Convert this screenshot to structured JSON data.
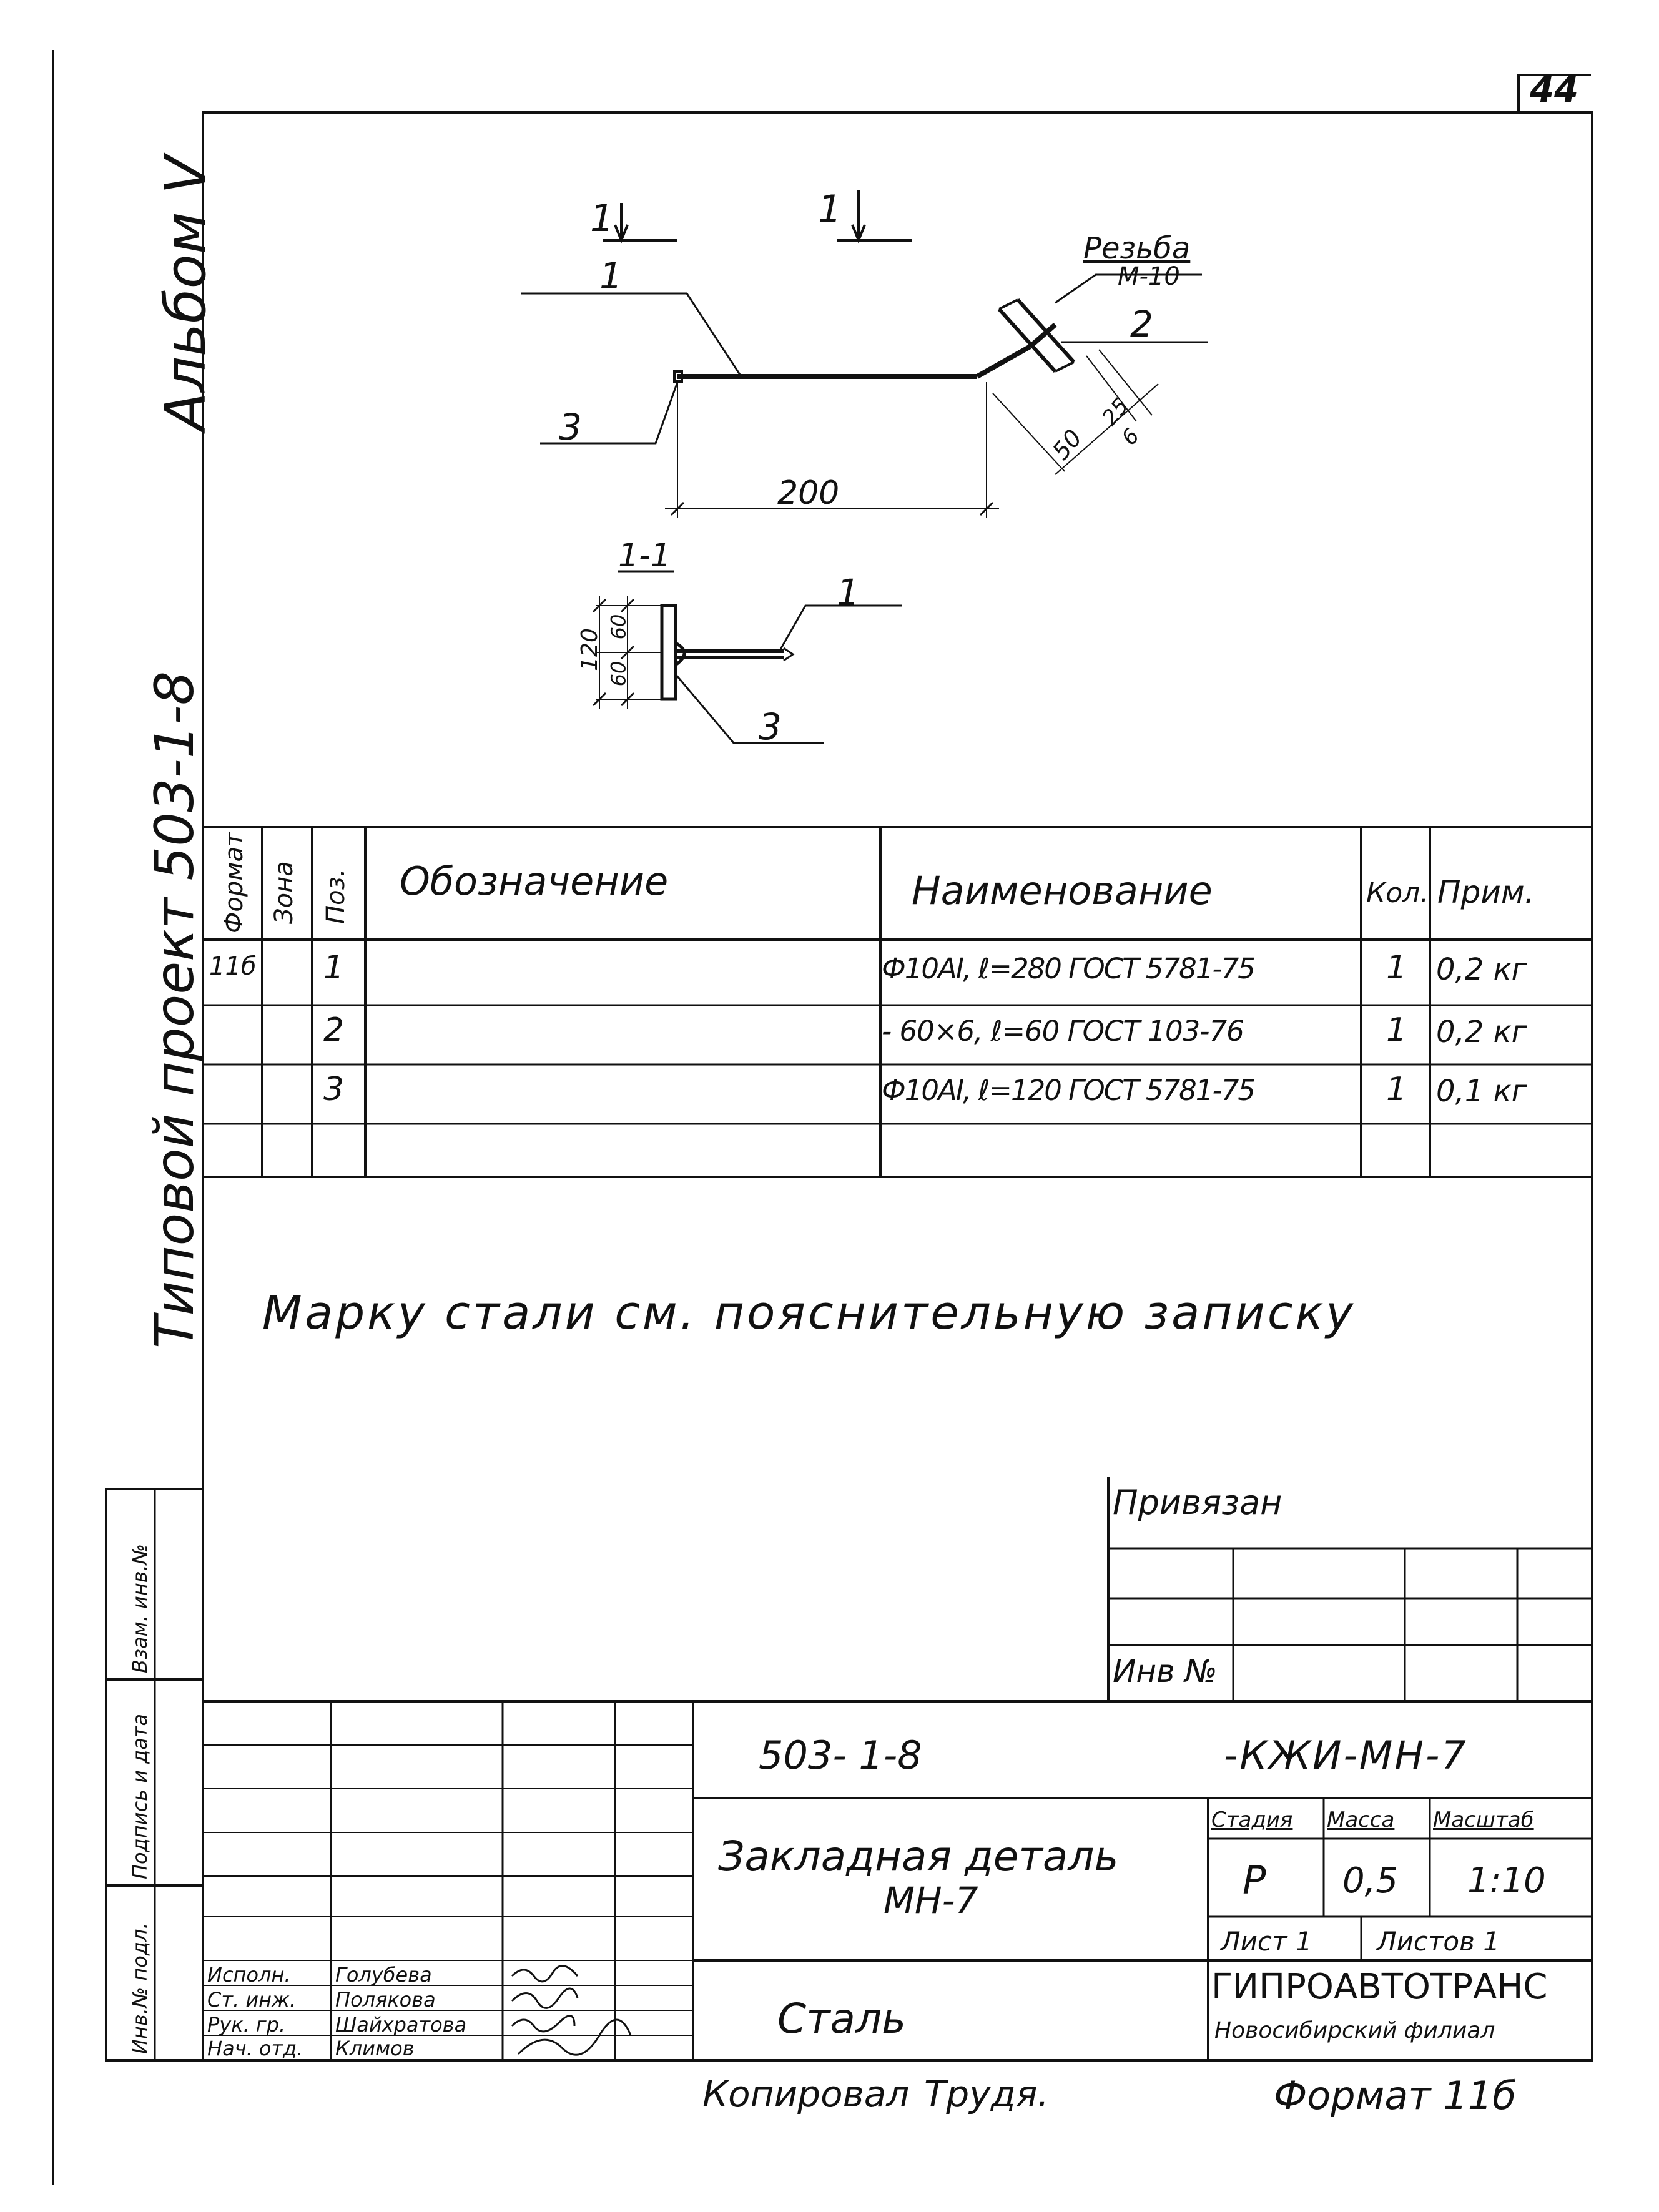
{
  "sheet_number": "44",
  "margin": {
    "album": "Альбом V",
    "project": "Типовой проект 503-1-8"
  },
  "drawing": {
    "section_mark": "1",
    "section_title": "1-1",
    "thread_label": "Резьба",
    "thread_size": "М-10",
    "pos_1": "1",
    "pos_2": "2",
    "pos_3": "3",
    "dim_200": "200",
    "dim_50": "50",
    "dim_25": "25",
    "dim_6": "6",
    "dim_120": "120",
    "dim_60a": "60",
    "dim_60b": "60"
  },
  "spec_table": {
    "headers": {
      "format": "Формат",
      "zone": "Зона",
      "pos": "Поз.",
      "designation": "Обозначение",
      "name": "Наименование",
      "qty": "Кол.",
      "note": "Прим."
    },
    "rows": [
      {
        "format": "11б",
        "pos": "1",
        "name": "Ф10АI, ℓ=280 ГОСТ 5781-75",
        "qty": "1",
        "note": "0,2 кг"
      },
      {
        "format": "",
        "pos": "2",
        "name": "- 60×6, ℓ=60 ГОСТ 103-76",
        "qty": "1",
        "note": "0,2 кг"
      },
      {
        "format": "",
        "pos": "3",
        "name": "Ф10АI, ℓ=120 ГОСТ 5781-75",
        "qty": "1",
        "note": "0,1 кг"
      }
    ]
  },
  "note_text": "Марку стали см. пояснительную записку",
  "privyazan": {
    "title": "Привязан",
    "inv": "Инв №"
  },
  "side_stamp": {
    "inv_orig": "Инв.№ подл.",
    "sign_date": "Подпись и дата",
    "inv_replace": "Взам. инв.№"
  },
  "title_block": {
    "code": "503- 1-8",
    "code_suffix": "-КЖИ-МН-7",
    "title_line1": "Закладная деталь",
    "title_line2": "МН-7",
    "stage_label": "Стадия",
    "mass_label": "Масса",
    "scale_label": "Масштаб",
    "stage": "Р",
    "mass": "0,5",
    "scale": "1:10",
    "sheet_label": "Лист 1",
    "sheets_label": "Листов 1",
    "material": "Сталь",
    "org_name": "ГИПРОАВТОТРАНС",
    "org_branch": "Новосибирский филиал",
    "people": [
      {
        "role": "Исполн.",
        "name": "Голубева"
      },
      {
        "role": "Ст. инж.",
        "name": "Полякова"
      },
      {
        "role": "Рук. гр.",
        "name": "Шайхратова"
      },
      {
        "role": "Нач. отд.",
        "name": "Климов"
      }
    ]
  },
  "footer": {
    "copied": "Копировал",
    "copier": "Трудя.",
    "format": "Формат 11б"
  }
}
